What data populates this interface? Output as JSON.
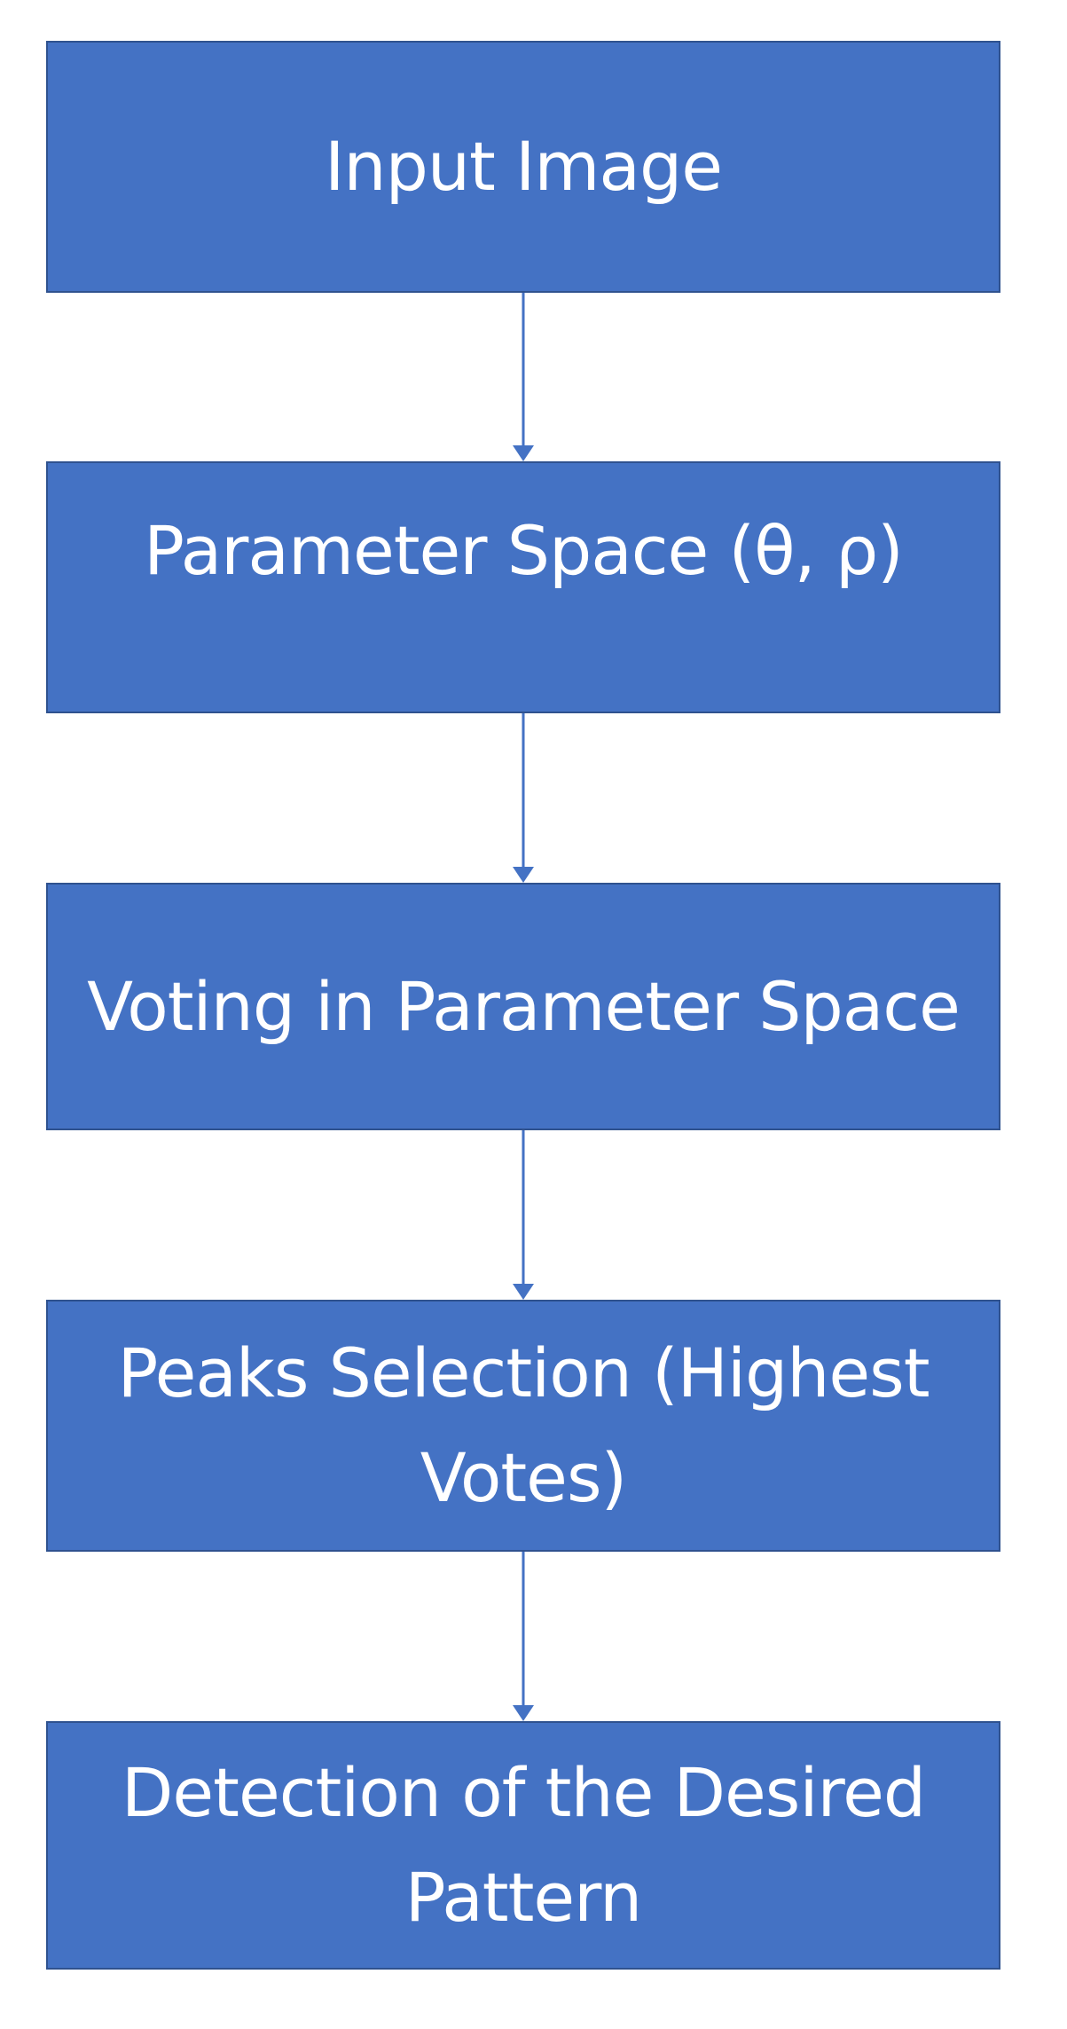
{
  "flowchart": {
    "steps": [
      {
        "label": "Input Image"
      },
      {
        "label": "Parameter Space (θ, ρ)"
      },
      {
        "label": "Voting in Parameter Space"
      },
      {
        "label": "Peaks Selection (Highest Votes)"
      },
      {
        "label": "Detection of the Desired Pattern"
      }
    ]
  },
  "colors": {
    "box_fill": "#4472c4",
    "box_border": "#2f528f",
    "connector": "#4472c4",
    "text": "#ffffff"
  }
}
